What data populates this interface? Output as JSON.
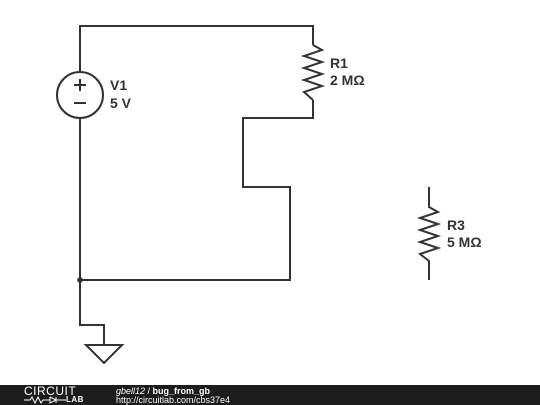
{
  "components": {
    "v1": {
      "ref": "V1",
      "value": "5 V",
      "plus_symbol": "+",
      "minus_symbol": "−"
    },
    "r1": {
      "ref": "R1",
      "value": "2 MΩ"
    },
    "r3": {
      "ref": "R3",
      "value": "5 MΩ"
    }
  },
  "footer": {
    "logo_top": "CIRCUIT",
    "logo_bottom": "LAB",
    "user": "gbell12",
    "separator": " / ",
    "project": "bug_from_gb",
    "url": "http://circuitlab.com/cbs37e4"
  },
  "colors": {
    "wire": "#333333",
    "footer_bg": "#1c1c1c"
  }
}
